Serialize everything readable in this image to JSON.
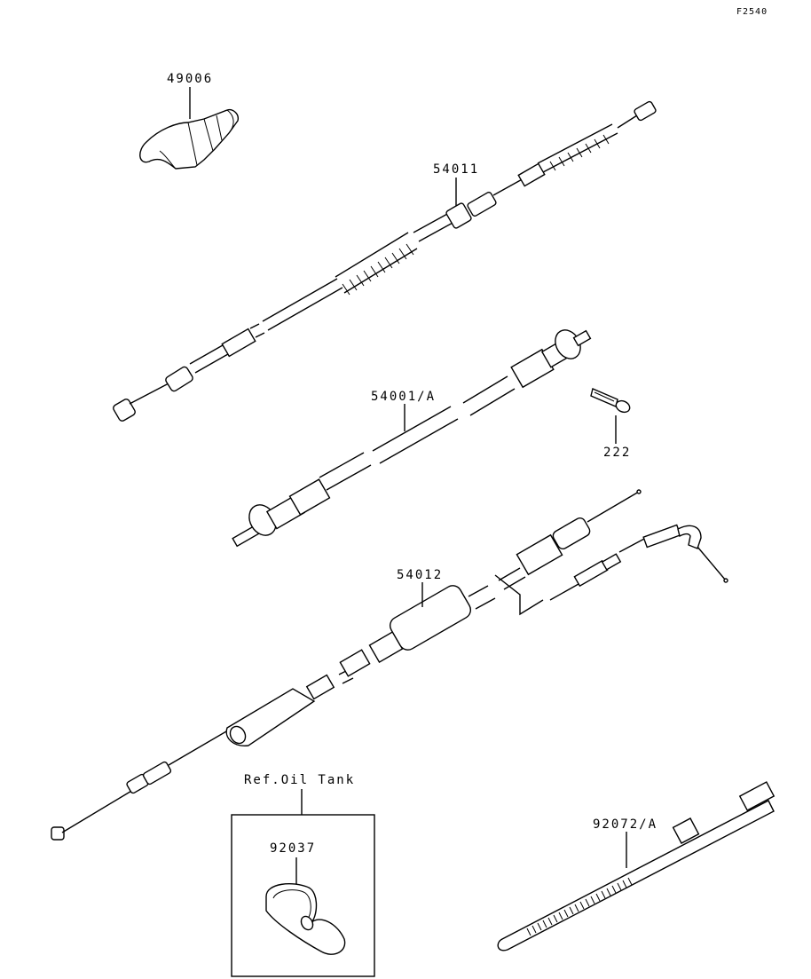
{
  "figure_code": "F2540",
  "labels": {
    "p49006": "49006",
    "p54011": "54011",
    "p54001": "54001/A",
    "p222": "222",
    "p54012": "54012",
    "ref_oil_tank": "Ref.Oil Tank",
    "p92037": "92037",
    "p92072": "92072/A"
  }
}
